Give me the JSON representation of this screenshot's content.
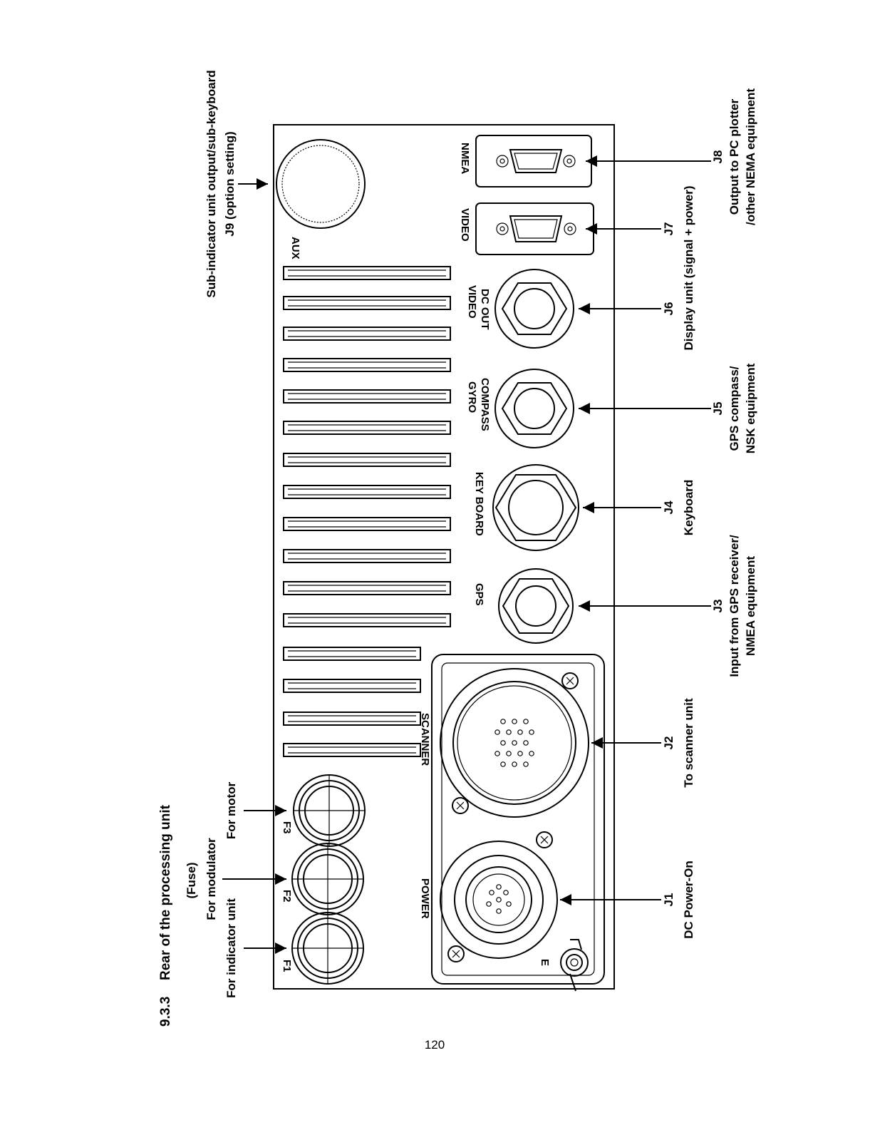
{
  "page_number": "120",
  "section": {
    "number": "9.3.3",
    "title": "Rear of the processing unit"
  },
  "fuse": {
    "heading": "(Fuse)",
    "items": [
      {
        "id": "F1",
        "desc": "For indicator unit"
      },
      {
        "id": "F2",
        "desc": "For modulator"
      },
      {
        "id": "F3",
        "desc": "For motor"
      }
    ]
  },
  "panel_labels": {
    "aux": "AUX",
    "video": "VIDEO",
    "nmea": "NMEA",
    "video_dc_out_1": "VIDEO",
    "video_dc_out_2": "DC OUT",
    "gyro_1": "GYRO",
    "gyro_2": "COMPASS",
    "keyboard": "KEY BOARD",
    "gps": "GPS",
    "scanner": "SCANNER",
    "power": "POWER",
    "earth": "E"
  },
  "connectors": {
    "j1": {
      "id": "J1",
      "desc": "DC Power-On"
    },
    "j2": {
      "id": "J2",
      "desc": "To scanner unit"
    },
    "j3": {
      "id": "J3",
      "desc_1": "Input from GPS receiver/",
      "desc_2": "NMEA equipment"
    },
    "j4": {
      "id": "J4",
      "desc": "Keyboard"
    },
    "j5": {
      "id": "J5",
      "desc_1": "GPS compass/",
      "desc_2": "NSK equipment"
    },
    "j6": {
      "id": "J6",
      "desc": "Display unit (signal + power)"
    },
    "j7": {
      "id": "J7"
    },
    "j8": {
      "id": "J8",
      "desc_1": "Output to PC plotter",
      "desc_2": "/other NEMA equipment"
    },
    "j9": {
      "desc_1": "Sub-indicator unit output/sub-keyboard",
      "desc_2": "J9 (option setting)"
    }
  }
}
